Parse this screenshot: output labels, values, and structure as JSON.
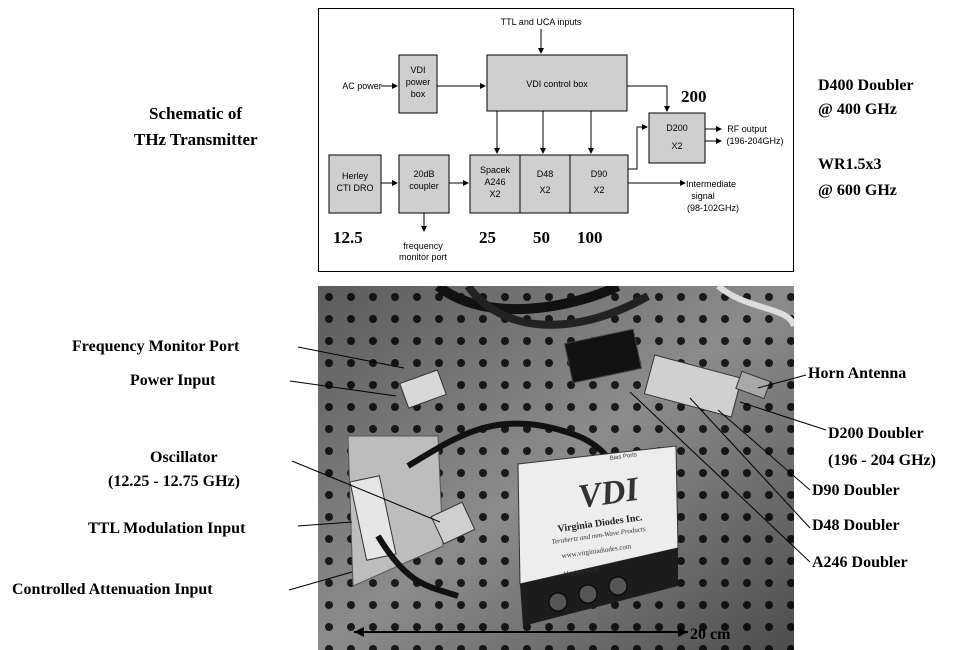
{
  "schematic": {
    "title_line1": "Schematic of",
    "title_line2": "THz Transmitter",
    "inputs_label": "TTL and UCA inputs",
    "ac_power_label": "AC power",
    "power_box": [
      "VDI",
      "power",
      "box"
    ],
    "control_box": "VDI control box",
    "dro": [
      "Herley",
      "CTI DRO"
    ],
    "coupler": [
      "20dB",
      "coupler"
    ],
    "spacek": [
      "Spacek",
      "A246",
      "X2"
    ],
    "d48": [
      "D48",
      "X2"
    ],
    "d90": [
      "D90",
      "X2"
    ],
    "d200": [
      "D200",
      "X2"
    ],
    "rf_output": [
      "RF output",
      "(196-204GHz)"
    ],
    "intermediate": [
      "Intermediate",
      "signal",
      "(98-102GHz)"
    ],
    "monitor": [
      "frequency",
      "monitor port"
    ],
    "freq_labels": [
      "12.5",
      "25",
      "50",
      "100",
      "200"
    ]
  },
  "right_notes": {
    "d400_line1": "D400 Doubler",
    "d400_line2": "@ 400 GHz",
    "wr_line1": "WR1.5x3",
    "wr_line2": "@ 600 GHz"
  },
  "photo_labels": {
    "freq_monitor": "Frequency Monitor Port",
    "power_input": "Power Input",
    "oscillator_line1": "Oscillator",
    "oscillator_line2": "(12.25 - 12.75 GHz)",
    "ttl_input": "TTL Modulation Input",
    "attenuation_input": "Controlled Attenuation Input",
    "horn_antenna": "Horn Antenna",
    "d200_line1": "D200 Doubler",
    "d200_line2": "(196 - 204 GHz)",
    "d90": "D90 Doubler",
    "d48": "D48 Doubler",
    "a246": "A246 Doubler",
    "scale": "20 cm"
  },
  "photo_text": {
    "logo": "VDI",
    "company": "Virginia Diodes Inc.",
    "tagline": "Terahertz and mm-Wave Products",
    "url": "www.virginiadiodes.com",
    "monitor_ports": "Monitor Ports",
    "bias_ports": "Bias Ports"
  }
}
